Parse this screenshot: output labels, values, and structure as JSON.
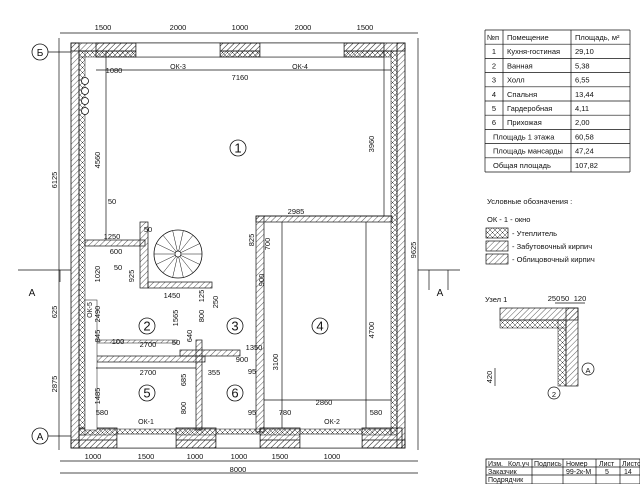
{
  "axes": {
    "b": "Б",
    "a": "А",
    "section_left": "А",
    "section_right": "А"
  },
  "rooms": [
    "1",
    "2",
    "3",
    "4",
    "5",
    "6"
  ],
  "dimensions": {
    "top": [
      "1500",
      "2000",
      "1000",
      "2000",
      "1500"
    ],
    "bottom_row1": [
      "1000",
      "1500",
      "1000",
      "1000",
      "1500",
      "1000"
    ],
    "bottom_total": "8000",
    "left_total": "6125",
    "left_lower": [
      "625",
      "2875"
    ],
    "right_total": "9625",
    "inner": [
      "1080",
      "7160",
      "4560",
      "3960",
      "2985",
      "1250",
      "600",
      "1020",
      "825",
      "700",
      "900",
      "4700",
      "1450",
      "125",
      "250",
      "1565",
      "800",
      "640",
      "2490",
      "845",
      "2700",
      "1350",
      "900",
      "95",
      "3100",
      "2700",
      "685",
      "355",
      "1485",
      "2860",
      "580",
      "800",
      "95",
      "780",
      "580",
      "50",
      "50",
      "50",
      "100",
      "50",
      "925"
    ],
    "windows": [
      "ОК-3",
      "ОК-4",
      "ОК-5",
      "ОК-1",
      "ОК-2"
    ]
  },
  "table": {
    "headers": [
      "№п",
      "Помещение",
      "Площадь, м²"
    ],
    "rows": [
      [
        "1",
        "Кухня-гостиная",
        "29,10"
      ],
      [
        "2",
        "Ванная",
        "5,38"
      ],
      [
        "3",
        "Холл",
        "6,55"
      ],
      [
        "4",
        "Спальня",
        "13,44"
      ],
      [
        "5",
        "Гардеробная",
        "4,11"
      ],
      [
        "6",
        "Прихожая",
        "2,00"
      ]
    ],
    "totals": [
      [
        "Площадь 1 этажа",
        "60,58"
      ],
      [
        "Площадь мансарды",
        "47,24"
      ],
      [
        "Общая площадь",
        "107,82"
      ]
    ]
  },
  "legend": {
    "title": "Условные обозначения :",
    "window_note": "ОК - 1  - окно",
    "items": [
      "- Утеплитель",
      "- Забутовочный кирпич",
      "- Облицовочный кирпич"
    ]
  },
  "node": {
    "title": "Узел 1",
    "dims": [
      "250",
      "50",
      "120",
      "420"
    ],
    "markers": [
      "А",
      "2"
    ]
  },
  "title_block": {
    "cols": [
      "Изм.",
      "Кол.уч",
      "Подпись",
      "Номер",
      "Лист",
      "Листо"
    ],
    "row2": [
      "Заказчик",
      "99-2к-М",
      "5",
      "14"
    ],
    "row3": [
      "Подрядчик"
    ]
  }
}
